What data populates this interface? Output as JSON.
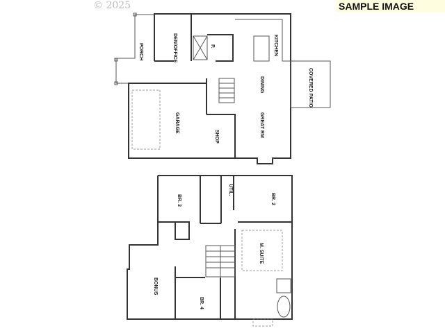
{
  "watermark": {
    "copyright": "© 2025",
    "banner": "SAMPLE IMAGE"
  },
  "main_floor": {
    "rooms": {
      "den_office": "DEN/OFFICE",
      "porch": "PORCH",
      "kitchen": "KITCHEN",
      "dining": "DINING",
      "great_room": "GREAT RM",
      "garage": "GARAGE",
      "shop": "SHOP",
      "covered_patio": "COVERED PATIO",
      "powder": "P."
    }
  },
  "upper_floor": {
    "rooms": {
      "utility": "UTIL.",
      "bedroom_3": "BR. 3",
      "bedroom_2": "BR. 2",
      "master_suite": "M. SUITE",
      "bonus": "BONUS",
      "bedroom_4": "BR. 4"
    }
  }
}
